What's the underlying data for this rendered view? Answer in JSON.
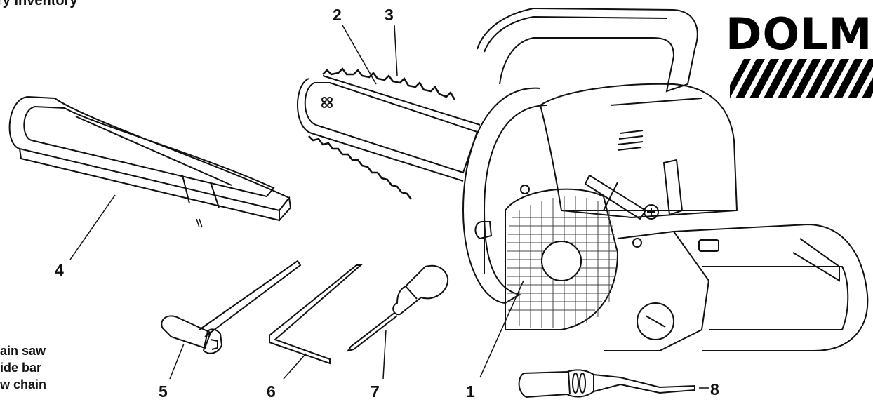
{
  "heading": "ry inventory",
  "brand": {
    "name": "DOLM",
    "accent": "#000000"
  },
  "callouts": [
    "1",
    "2",
    "3",
    "4",
    "5",
    "6",
    "7",
    "8"
  ],
  "parts_list": [
    "ain saw",
    "ide bar",
    "w chain"
  ],
  "icons": [
    "chainsaw-illustration",
    "bar-cover-illustration",
    "combination-wrench-icon",
    "hex-key-icon",
    "screwdriver-icon",
    "file-handle-icon",
    "stripes-logo-icon"
  ]
}
